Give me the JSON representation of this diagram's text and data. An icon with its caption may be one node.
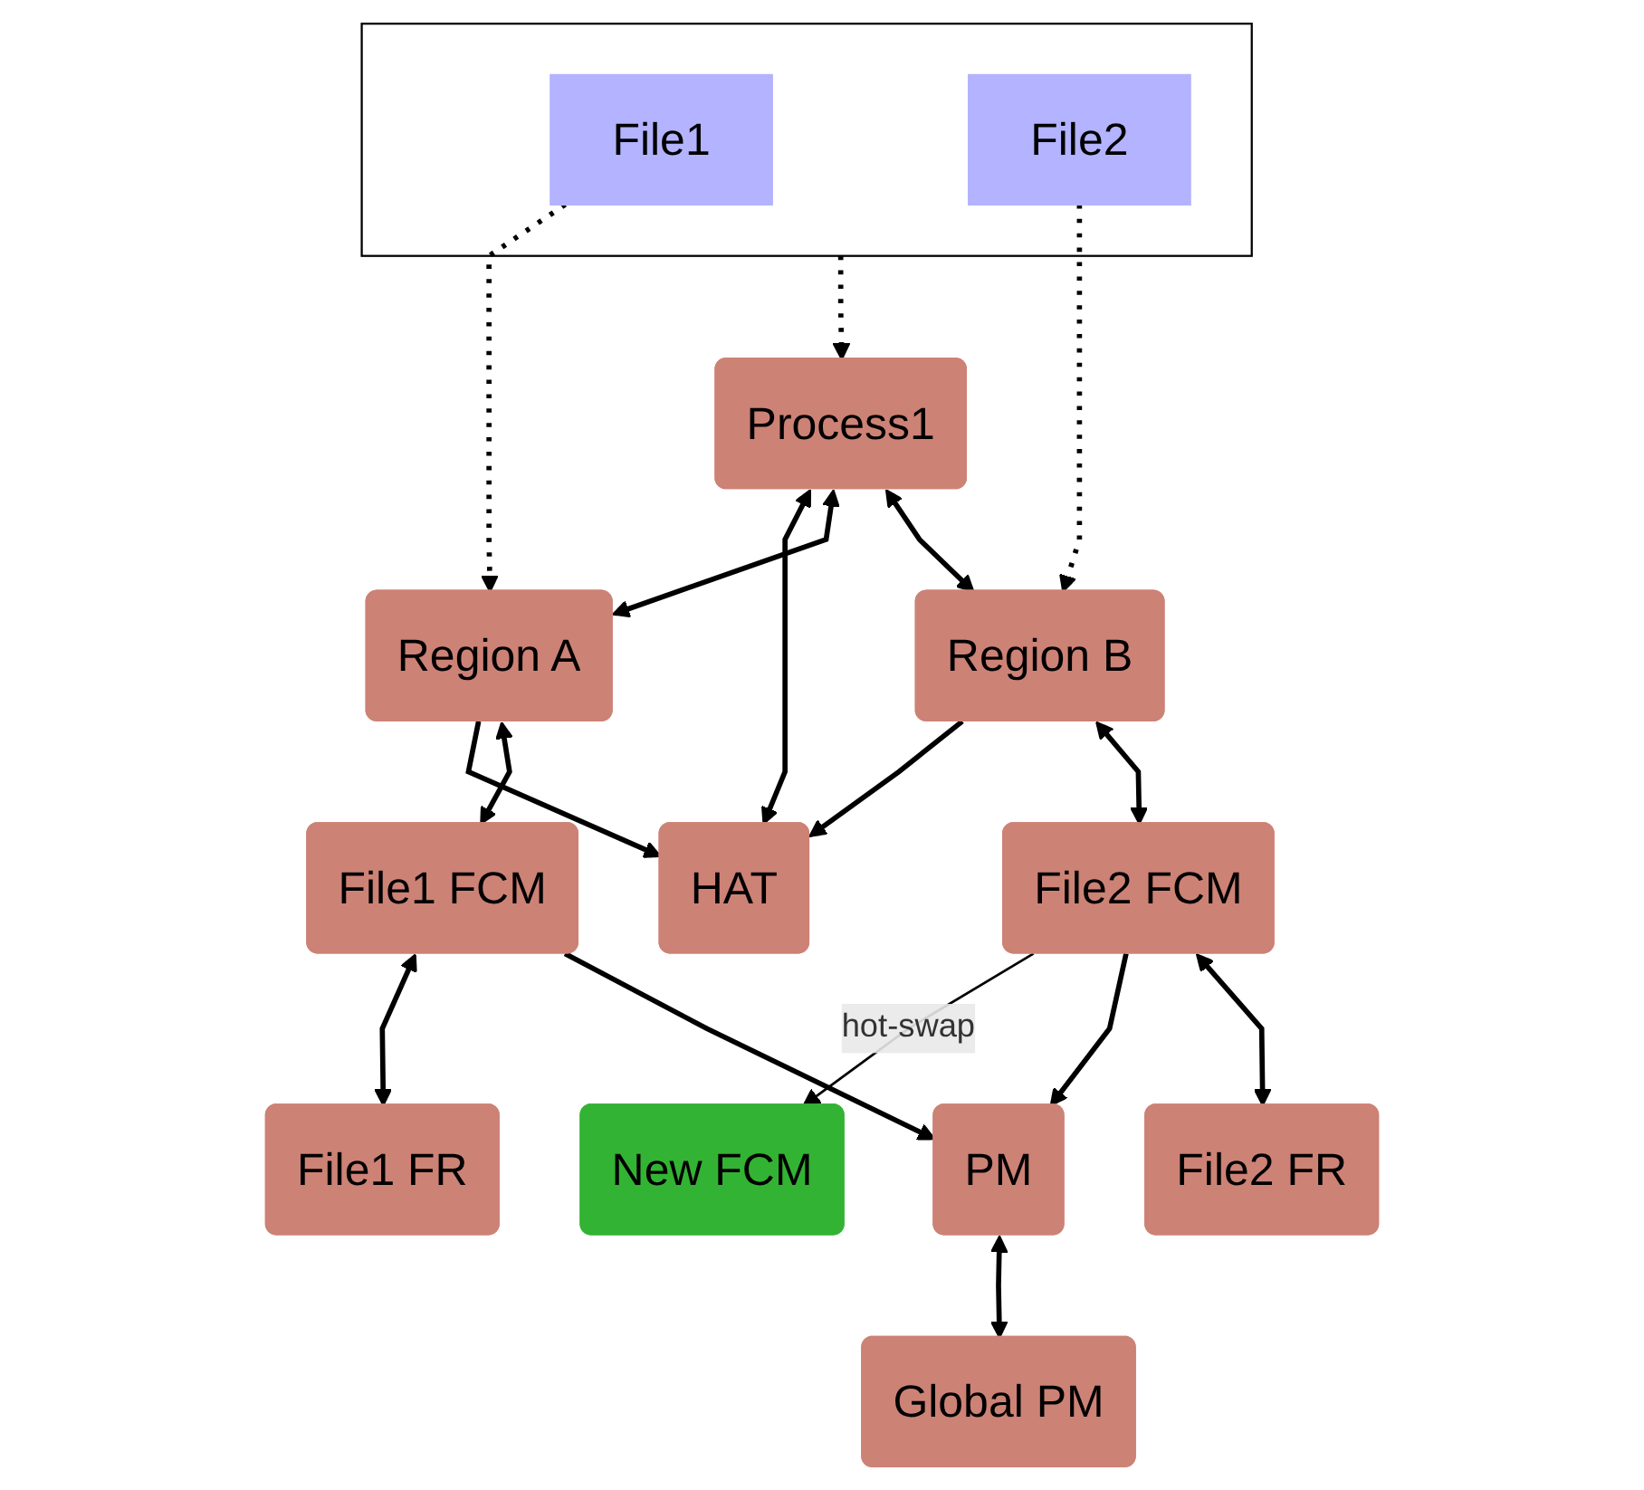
{
  "diagram": {
    "nodes": [
      {
        "text": [],
        "shape": "box"
      },
      {
        "text": [
          "File1"
        ],
        "in": 0
      },
      {
        "text": [
          "File2"
        ],
        "in": 0
      },
      {
        "text": [
          "Process1"
        ]
      },
      {
        "text": [
          "HAT"
        ]
      },
      {
        "text": [
          "Region A"
        ]
      },
      {
        "text": [
          "Region B"
        ]
      },
      {
        "text": [
          "File1 FCM"
        ]
      },
      {
        "text": [
          "File2 FCM"
        ]
      },
      {
        "text": [
          "New FCM"
        ]
      },
      {
        "text": [
          "File1 FR"
        ]
      },
      {
        "text": [
          "PM"
        ]
      },
      {
        "text": [
          "File2 FR"
        ]
      },
      {
        "text": [
          "Global PM"
        ]
      }
    ],
    "edges": [
      {
        "from": 1,
        "to": 5,
        "arrow": "to",
        "style": "dashed"
      },
      {
        "from": 0,
        "to": 3,
        "arrow": "to",
        "style": "dashed"
      },
      {
        "from": 2,
        "to": 6,
        "arrow": "to",
        "style": "dashed"
      },
      {
        "from": 3,
        "to": 4,
        "arrow": "both"
      },
      {
        "from": 3,
        "to": 5,
        "arrow": "both"
      },
      {
        "from": 3,
        "to": 6,
        "arrow": "both"
      },
      {
        "from": 5,
        "to": 4,
        "arrow": "to"
      },
      {
        "from": 6,
        "to": 4,
        "arrow": "to"
      },
      {
        "from": 5,
        "to": 7,
        "arrow": "both"
      },
      {
        "from": 6,
        "to": 8,
        "arrow": "both"
      },
      {
        "from": 8,
        "to": 9,
        "arrow": "to",
        "label": "hot-swap"
      },
      {
        "from": 7,
        "to": 10,
        "arrow": "both"
      },
      {
        "from": 7,
        "to": 11,
        "arrow": "to"
      },
      {
        "from": 8,
        "to": 11,
        "arrow": "to"
      },
      {
        "from": 8,
        "to": 12,
        "arrow": "both"
      },
      {
        "from": 11,
        "to": 13,
        "arrow": "both"
      }
    ]
  }
}
